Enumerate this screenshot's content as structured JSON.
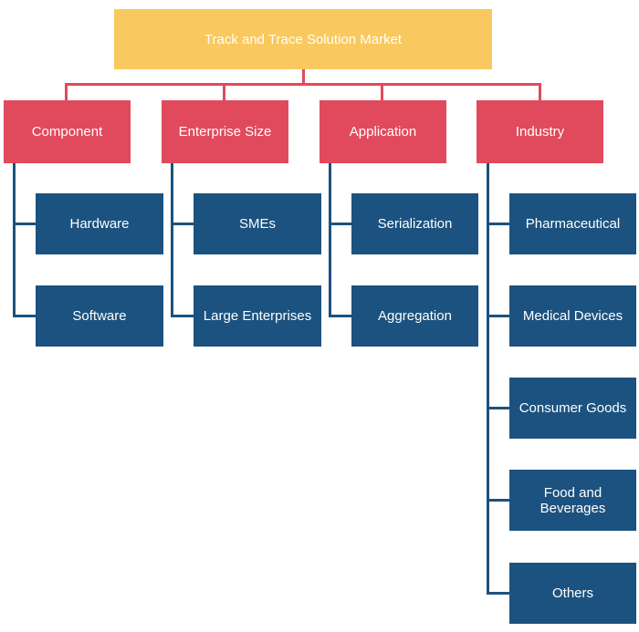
{
  "root": "Track and Trace Solution Market",
  "categories": [
    {
      "label": "Component",
      "items": [
        "Hardware",
        "Software"
      ]
    },
    {
      "label": "Enterprise Size",
      "items": [
        "SMEs",
        "Large Enterprises"
      ]
    },
    {
      "label": "Application",
      "items": [
        "Serialization",
        "Aggregation"
      ]
    },
    {
      "label": "Industry",
      "items": [
        "Pharmaceutical",
        "Medical Devices",
        "Consumer Goods",
        "Food and Beverages",
        "Others"
      ]
    }
  ],
  "colors": {
    "root": "#f9c85e",
    "category": "#e04a5c",
    "leaf": "#1c527f",
    "background": "#ffffff"
  }
}
